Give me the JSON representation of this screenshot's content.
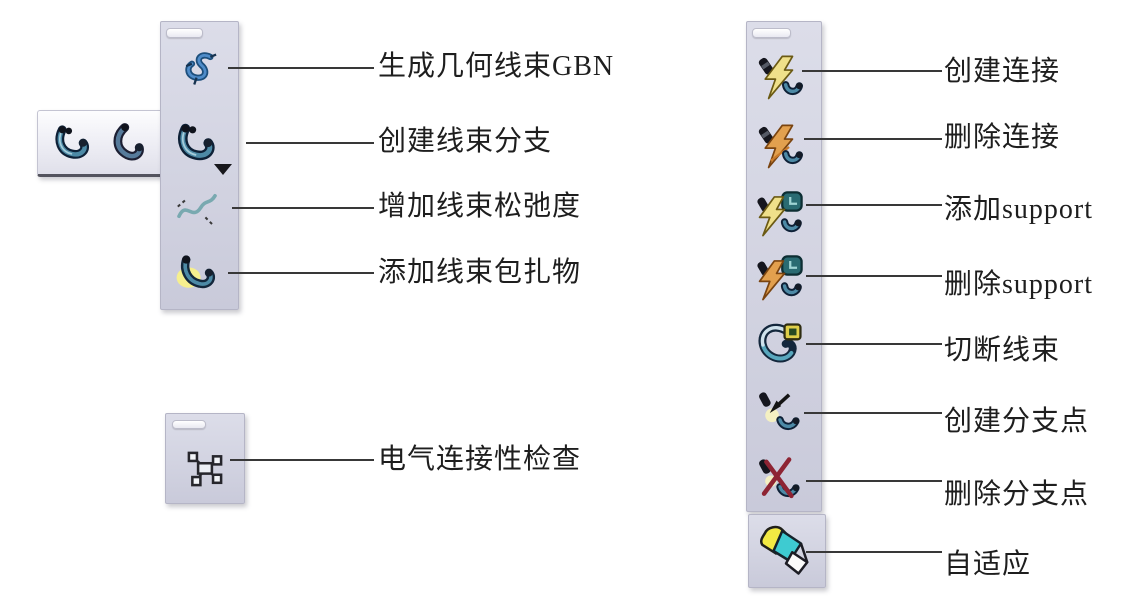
{
  "page": {
    "background": "#ffffff"
  },
  "colors": {
    "toolbar_bg": "#d2d3e1",
    "flyout_bg": "#ededf4",
    "callout_line": "#383838",
    "label_text": "#1e1e1e",
    "harness_teal": "#4d8aa6",
    "harness_outline": "#13273c",
    "lightning_yellow": "#efe08a",
    "lightning_orange": "#e2a04e",
    "delete_cross_red": "#8e2433",
    "covering_yellow": "#f6ef8e",
    "support_teal": "#2a6b72",
    "adaptive_yellow": "#f3ea43",
    "adaptive_cyan": "#3ecbd1"
  },
  "left_panel": {
    "flyout_toolbar": {
      "items": [
        {
          "icon": "harness-branch-variant-a"
        },
        {
          "icon": "harness-branch-variant-b"
        }
      ]
    },
    "main_toolbar": {
      "items": [
        {
          "label": "生成几何线束GBN",
          "icon": "generate-geometrical-bundle"
        },
        {
          "label": "创建线束分支",
          "icon": "create-bundle-branch",
          "has_dropdown": true
        },
        {
          "label": "增加线束松弛度",
          "icon": "add-bundle-slack"
        },
        {
          "label": "添加线束包扎物",
          "icon": "add-protective-covering"
        }
      ]
    },
    "check_toolbar": {
      "items": [
        {
          "label": "电气连接性检查",
          "icon": "electrical-connectivity-check"
        }
      ]
    }
  },
  "right_panel": {
    "main_toolbar": {
      "items": [
        {
          "label": "创建连接",
          "icon": "create-connection"
        },
        {
          "label": "删除连接",
          "icon": "delete-connection"
        },
        {
          "label": "添加support",
          "icon": "add-support"
        },
        {
          "label": "删除support",
          "icon": "delete-support"
        },
        {
          "label": "切断线束",
          "icon": "cut-bundle"
        },
        {
          "label": "创建分支点",
          "icon": "create-branch-point"
        },
        {
          "label": "删除分支点",
          "icon": "delete-branch-point"
        }
      ]
    },
    "adapt_toolbar": {
      "items": [
        {
          "label": "自适应",
          "icon": "adaptive-connector"
        }
      ]
    }
  }
}
